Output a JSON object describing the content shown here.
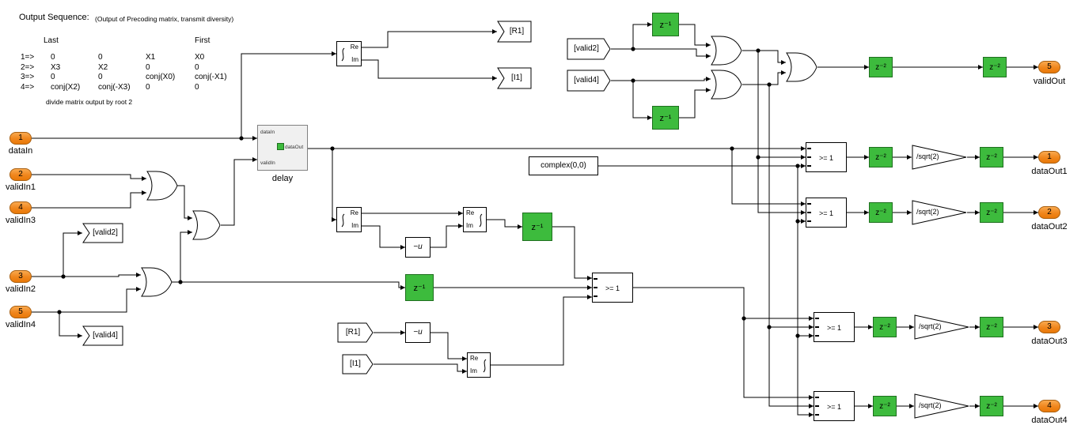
{
  "annotation": {
    "heading": "Output Sequence:",
    "heading_note": "(Output of Precoding matrix, transmit diversity)",
    "col_last": "Last",
    "col_first": "First",
    "rows": [
      [
        "1=>",
        "0",
        "0",
        "X1",
        "X0"
      ],
      [
        "2=>",
        "X3",
        "X2",
        "0",
        "0"
      ],
      [
        "3=>",
        "0",
        "0",
        "conj(X0)",
        "conj(-X1)"
      ],
      [
        "4=>",
        "conj(X2)",
        "conj(-X3)",
        "0",
        "0"
      ]
    ],
    "footnote": "divide matrix output by root 2"
  },
  "inports": {
    "dataIn": {
      "num": "1",
      "label": "dataIn"
    },
    "validIn1": {
      "num": "2",
      "label": "validIn1"
    },
    "validIn3": {
      "num": "4",
      "label": "validIn3"
    },
    "validIn2": {
      "num": "3",
      "label": "validIn2"
    },
    "validIn4": {
      "num": "5",
      "label": "validIn4"
    }
  },
  "outports": {
    "validOut": {
      "num": "5",
      "label": "validOut"
    },
    "dataOut1": {
      "num": "1",
      "label": "dataOut1"
    },
    "dataOut2": {
      "num": "2",
      "label": "dataOut2"
    },
    "dataOut3": {
      "num": "3",
      "label": "dataOut3"
    },
    "dataOut4": {
      "num": "4",
      "label": "dataOut4"
    }
  },
  "blocks": {
    "unit_delay": "z⁻¹",
    "delay2": "z⁻²",
    "switch": ">= 1",
    "gain": "/sqrt(2)",
    "negate": "−u",
    "constant": "complex(0,0)",
    "re": "Re",
    "im": "Im",
    "subsystem": {
      "name": "delay",
      "in1": "dataIn",
      "in2": "validIn",
      "out1": "dataOut"
    }
  },
  "tags": {
    "r1": "[R1]",
    "i1": "[I1]",
    "valid2": "[valid2]",
    "valid4": "[valid4]"
  },
  "colors": {
    "delay_green": "#3dbb3d",
    "port_orange": "#f0861c",
    "wire": "#000000",
    "canvas": "#ffffff"
  }
}
